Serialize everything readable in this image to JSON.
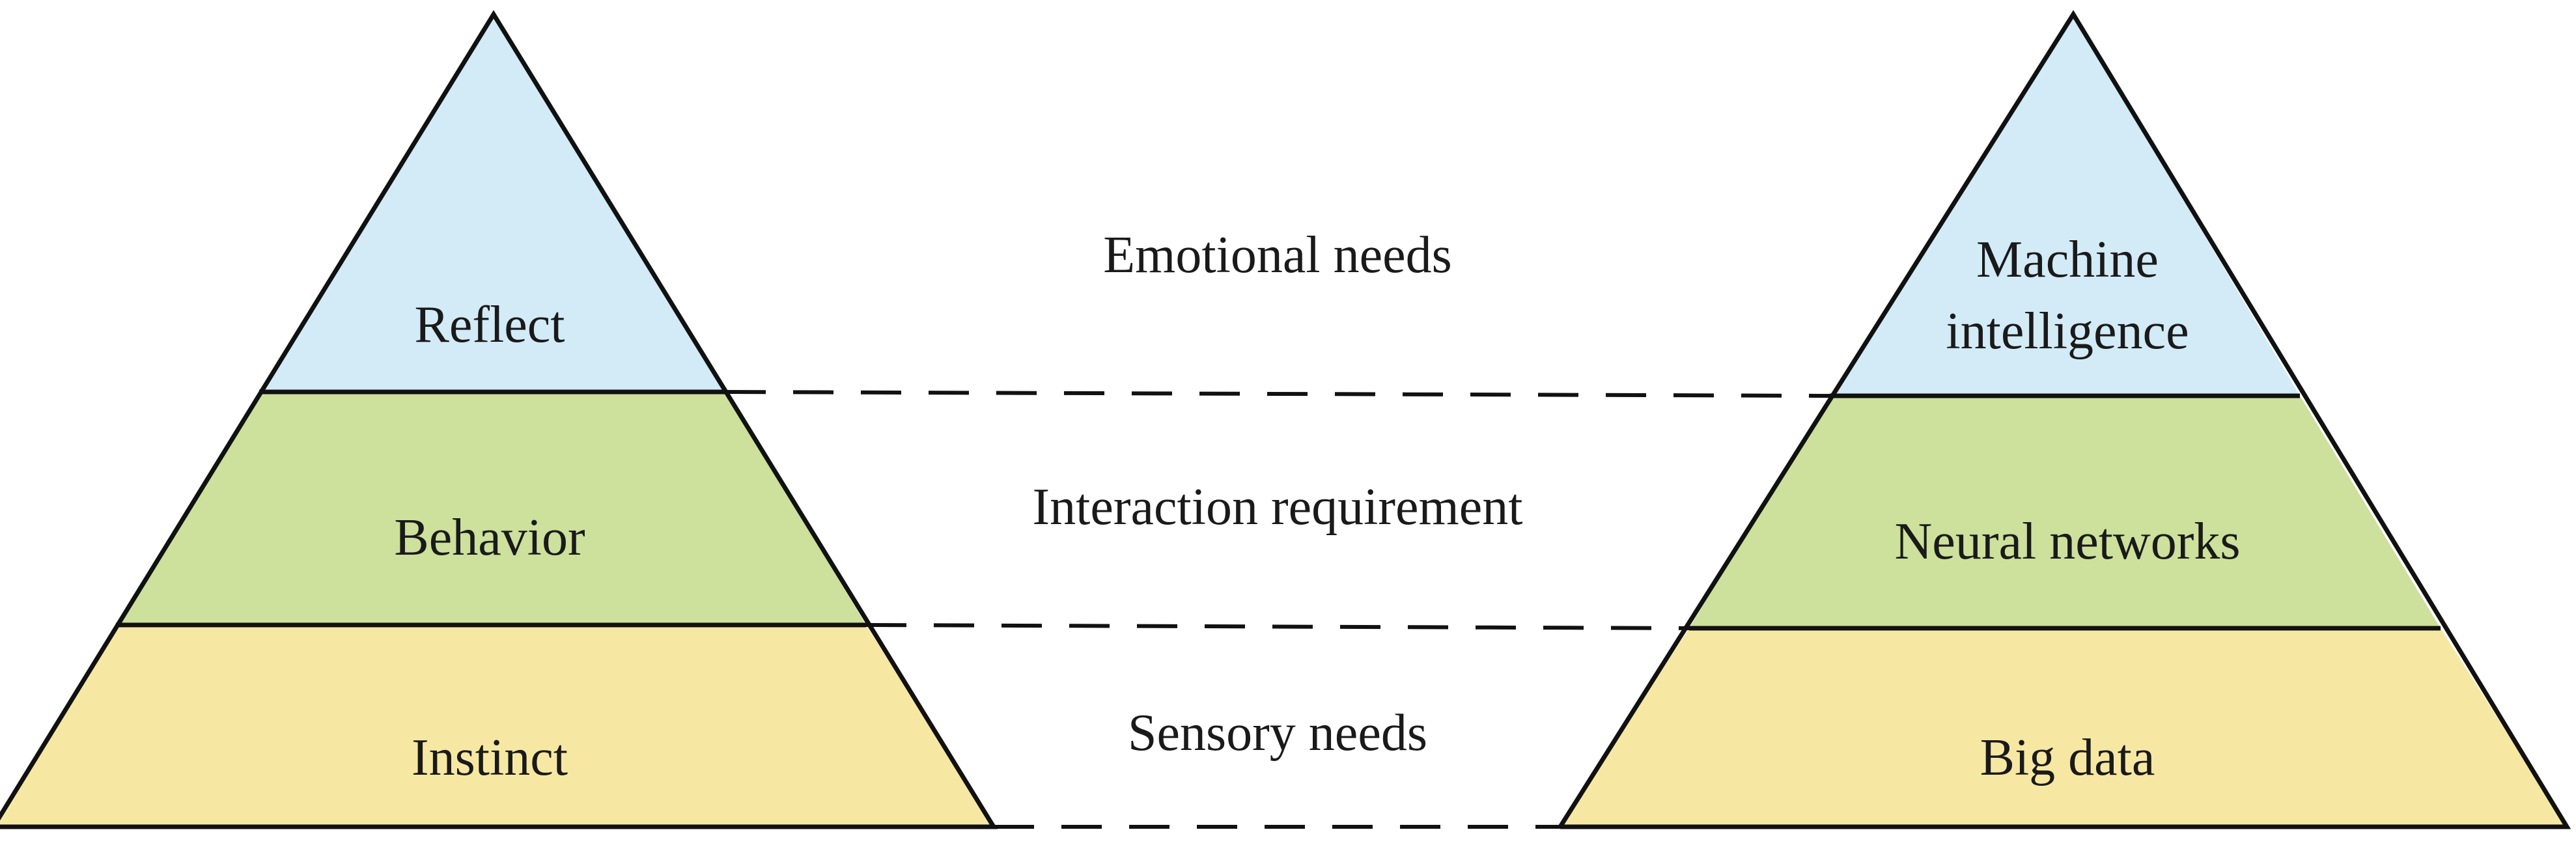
{
  "colors": {
    "top": "#d2ebf6",
    "middle": "#cde09c",
    "bottom": "#f6e8a3",
    "stroke": "#111111"
  },
  "left_pyramid": {
    "top": "Reflect",
    "middle": "Behavior",
    "bottom": "Instinct"
  },
  "right_pyramid": {
    "top_line1": "Machine",
    "top_line2": "intelligence",
    "middle": "Neural networks",
    "bottom": "Big data"
  },
  "middle_labels": {
    "top": "Emotional needs",
    "middle": "Interaction requirement",
    "bottom": "Sensory needs"
  }
}
